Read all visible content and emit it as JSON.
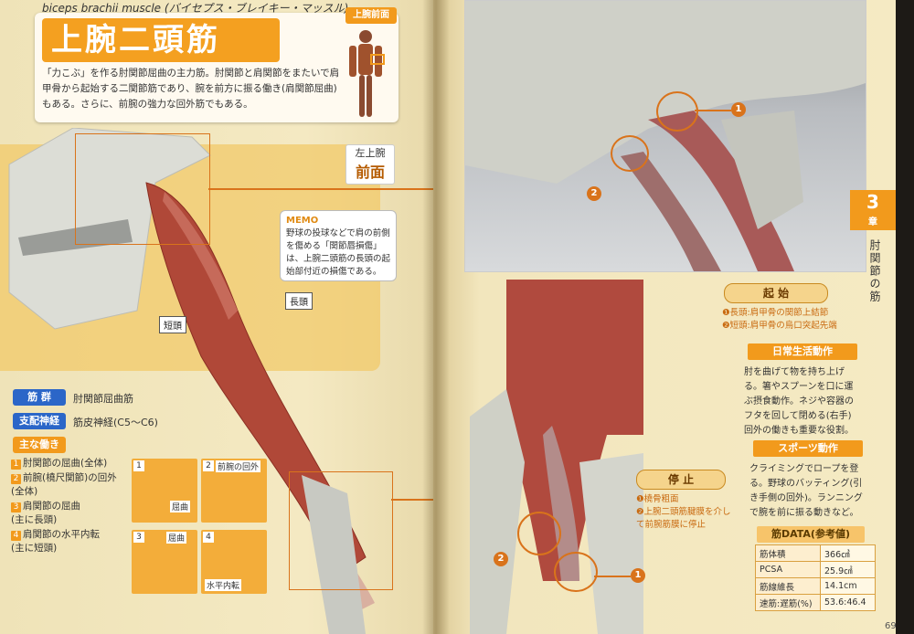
{
  "left": {
    "en_title": "biceps brachii muscle (バイセプス・ブレイキー・マッスル)",
    "ja_title": "上腕二頭筋",
    "region_badge": "上腕前面",
    "description": "「力こぶ」を作る肘関節屈曲の主力筋。肘関節と肩関節をまたいで肩甲骨から起始する二関節筋であり、腕を前方に振る働き(肩関節屈曲)もある。さらに、前腕の強力な回外筋でもある。",
    "view_label_top": "左上腕",
    "view_label_bottom": "前面",
    "memo_title": "MEMO",
    "memo_text": "野球の投球などで肩の前側を傷める「関節唇損傷」は、上腕二頭筋の長頭の起始部付近の損傷である。",
    "label_long_head": "長頭",
    "label_short_head": "短頭",
    "info": [
      {
        "label": "筋 群",
        "value": "肘関節屈曲筋"
      },
      {
        "label": "支配神経",
        "value": "筋皮神経(C5～C6)"
      }
    ],
    "functions_label": "主な働き",
    "functions": [
      {
        "num": "1",
        "text": "肘関節の屈曲(全体)"
      },
      {
        "num": "2",
        "text": "前腕(橈尺関節)の回外"
      },
      {
        "num": "",
        "text": "(全体)"
      },
      {
        "num": "3",
        "text": "肩関節の屈曲"
      },
      {
        "num": "",
        "text": "(主に長頭)"
      },
      {
        "num": "4",
        "text": "肩関節の水平内転"
      },
      {
        "num": "",
        "text": "(主に短頭)"
      }
    ],
    "panels": [
      {
        "num": "1",
        "label": "屈曲"
      },
      {
        "num": "2",
        "label": "前腕の回外"
      },
      {
        "num": "3",
        "label": "屈曲"
      },
      {
        "num": "4",
        "label": "水平内転"
      }
    ]
  },
  "right": {
    "chapter_num": "3",
    "chapter_label": "章",
    "chapter_title": "肘関節の筋",
    "origin_label": "起 始",
    "origin_items": [
      "❶長頭:肩甲骨の関節上結節",
      "❷短頭:肩甲骨の烏口突起先端"
    ],
    "insertion_label": "停 止",
    "insertion_items": [
      "❶橈骨粗面",
      "❷上腕二頭筋腱膜を介して前腕筋膜に停止"
    ],
    "daily_label": "日常生活動作",
    "daily_text": "肘を曲げて物を持ち上げる。箸やスプーンを口に運ぶ摂食動作。ネジや容器のフタを回して閉める(右手)回外の働きも重要な役割。",
    "sports_label": "スポーツ動作",
    "sports_text": "クライミングでロープを登る。野球のバッティング(引き手側の回外)。ランニングで腕を前に振る動きなど。",
    "data_label": "筋DATA(参考値)",
    "data_rows": [
      {
        "k": "筋体積",
        "v": "366㎤"
      },
      {
        "k": "PCSA",
        "v": "25.9㎠"
      },
      {
        "k": "筋線維長",
        "v": "14.1cm"
      },
      {
        "k": "速筋:遅筋(%)",
        "v": "53.6:46.4"
      }
    ],
    "markers": [
      "1",
      "2",
      "2",
      "1"
    ],
    "page_number": "69"
  }
}
